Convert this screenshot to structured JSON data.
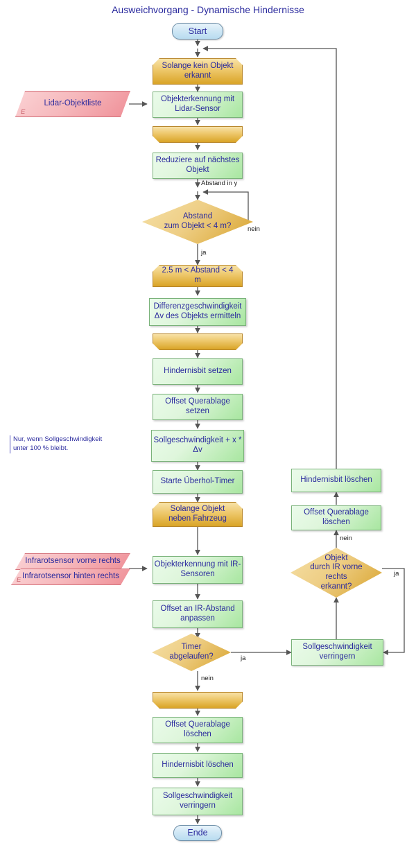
{
  "title": "Ausweichvorgang - Dynamische Hindernisse",
  "colors": {
    "text": "#2b2b9e",
    "process_fill": "#a8e6a0",
    "loop_fill": "#d9a427",
    "decision_fill": "#d8a32c",
    "data_fill": "#ef8f97",
    "terminator_fill": "#b8dcf0",
    "connector": "#555555"
  },
  "nodes": {
    "start": "Start",
    "loop_no_object_start": "Solange kein Objekt\nerkannt",
    "lidar_detect": "Objekterkennung mit\nLidar-Sensor",
    "loop_no_object_end": "",
    "reduce_nearest": "Reduziere auf nächstes\nObjekt",
    "dec_distance": "Abstand\nzum Objekt < 4 m?",
    "loop_distance_start": "2.5 m < Abstand < 4\nm",
    "diff_speed": "Differenzgeschwindigkeit\nΔv des Objekts ermitteln",
    "loop_distance_end": "",
    "set_obstacle_bit": "Hindernisbit setzen",
    "set_offset": "Offset Querablage\nsetzen",
    "target_speed_plus": "Sollgeschwindigkeit + x *\nΔv",
    "start_timer": "Starte Überhol-Timer",
    "loop_beside_start": "Solange Objekt\nneben Fahrzeug",
    "ir_detect": "Objekterkennung mit IR-\nSensoren",
    "offset_ir": "Offset an IR-Abstand\nanpassen",
    "dec_timer": "Timer\nabgelaufen?",
    "loop_beside_end": "",
    "clear_offset_bottom": "Offset Querablage\nlöschen",
    "clear_obstacle_bottom": "Hindernisbit löschen",
    "reduce_speed_bottom": "Sollgeschwindigkeit\nverringern",
    "end": "Ende",
    "clear_obstacle_right": "Hindernisbit löschen",
    "clear_offset_right": "Offset Querablage\nlöschen",
    "dec_ir_front": "Objekt\ndurch IR vorne rechts\nerkannt?",
    "reduce_speed_right": "Sollgeschwindigkeit\nverringern"
  },
  "data_nodes": {
    "lidar_list": {
      "label": "Lidar-Objektliste",
      "marker": "E"
    },
    "ir_front": {
      "label": "Infrarotsensor vorne rechts",
      "marker": ""
    },
    "ir_rear": {
      "label": "Infrarotsensor hinten rechts",
      "marker": "E"
    }
  },
  "edge_labels": {
    "abstand_in_y": "Abstand in y",
    "dec_distance_no": "nein",
    "dec_distance_yes": "ja",
    "dec_timer_yes": "ja",
    "dec_timer_no": "nein",
    "dec_ir_no": "nein",
    "dec_ir_yes": "ja"
  },
  "notes": {
    "speed_limit": "Nur, wenn Sollgeschwindigkeit\nunter 100 % bleibt."
  }
}
